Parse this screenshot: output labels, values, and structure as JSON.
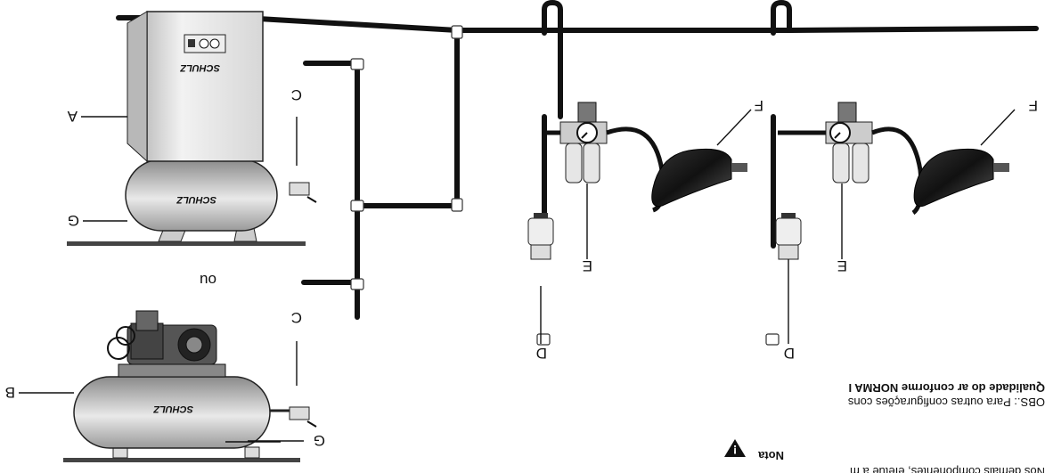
{
  "notes": {
    "title": "Qualidade do ar conforme NORMA I",
    "obs": "OBS.: Para outras configurações cons",
    "nota_title": "Nota",
    "nota_text": "Nos demais componentes, efetue a m",
    "warning_symbol": "!"
  },
  "separator": "ou",
  "brand": "SCHULZ",
  "labels": {
    "A": "A",
    "B": "B",
    "C_top": "C",
    "C_bottom": "C",
    "D_left": "D",
    "D_right": "D",
    "E_left": "E",
    "E_right": "E",
    "F_left": "F",
    "F_right": "F",
    "G_top": "G",
    "G_bottom": "G"
  },
  "icons": [
    "warning-triangle-icon"
  ]
}
